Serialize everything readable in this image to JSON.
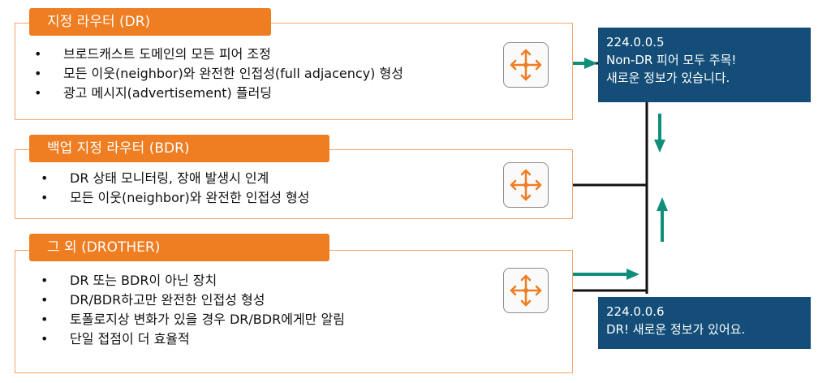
{
  "sections": [
    {
      "title": "지정 라우터 (DR)",
      "items": [
        "브로드캐스트 도메인의 모든 피어 조정",
        "모든 이웃(neighbor)와  완전한 인접성(full adjacency)  형성",
        "광고 메시지(advertisement)  플러딩"
      ]
    },
    {
      "title": "백업 지정 라우터 (BDR)",
      "items": [
        "DR 상태 모니터링, 장애 발생시 인계",
        "모든 이웃(neighbor)와  완전한 인접성 형성"
      ]
    },
    {
      "title": "그 외 (DROTHER)",
      "items": [
        "DR 또는 BDR이 아닌 장치",
        "DR/BDR하고만 완전한 인접성 형성",
        "토폴로지상 변화가 있을 경우 DR/BDR에게만 알림",
        "단일 접점이 더 효율적"
      ]
    }
  ],
  "multicast": {
    "dr_all": {
      "address": "224.0.0.5",
      "line1": "Non-DR 피어 모두 주목!",
      "line2": "새로운 정보가 있습니다."
    },
    "dr_only": {
      "address": "224.0.0.6",
      "line1": "DR! 새로운 정보가 있어요."
    }
  },
  "icons": {
    "router": "router-icon"
  },
  "colors": {
    "orange": "#ef7d22",
    "navy": "#144e78",
    "teal": "#0f8f7a",
    "panel_border": "#f3a66d"
  }
}
